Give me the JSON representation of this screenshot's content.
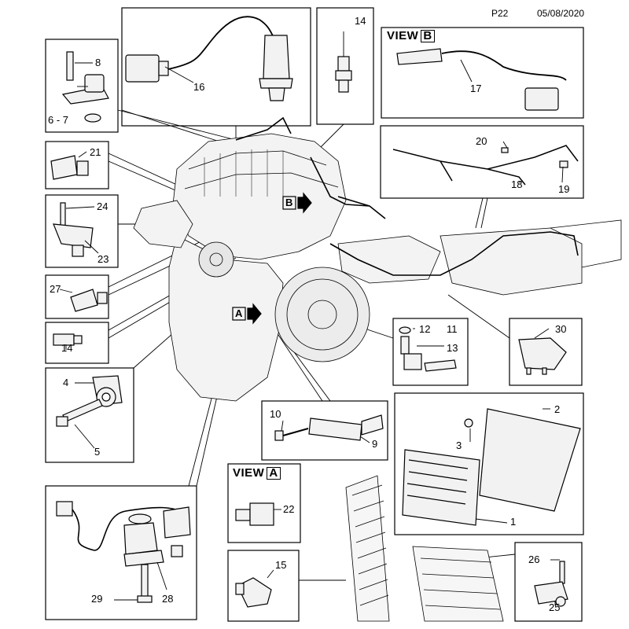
{
  "header": {
    "page": "P22",
    "date": "05/08/2020"
  },
  "views": {
    "a_word": "VIEW",
    "a_letter": "A",
    "b_word": "VIEW",
    "b_letter": "B"
  },
  "engine_markers": {
    "a": "A",
    "b": "B"
  },
  "refs": {
    "r1": "1",
    "r2": "2",
    "r3": "3",
    "r4": "4",
    "r5": "5",
    "r6_7": "6 - 7",
    "r8": "8",
    "r9": "9",
    "r10": "10",
    "r11": "11",
    "r12": "12",
    "r13": "13",
    "r14a": "14",
    "r14b": "14",
    "r15": "15",
    "r16": "16",
    "r17": "17",
    "r18": "18",
    "r19": "19",
    "r20": "20",
    "r21": "21",
    "r22": "22",
    "r23": "23",
    "r24": "24",
    "r25": "25",
    "r26": "26",
    "r27": "27",
    "r28": "28",
    "r29": "29",
    "r30": "30"
  }
}
